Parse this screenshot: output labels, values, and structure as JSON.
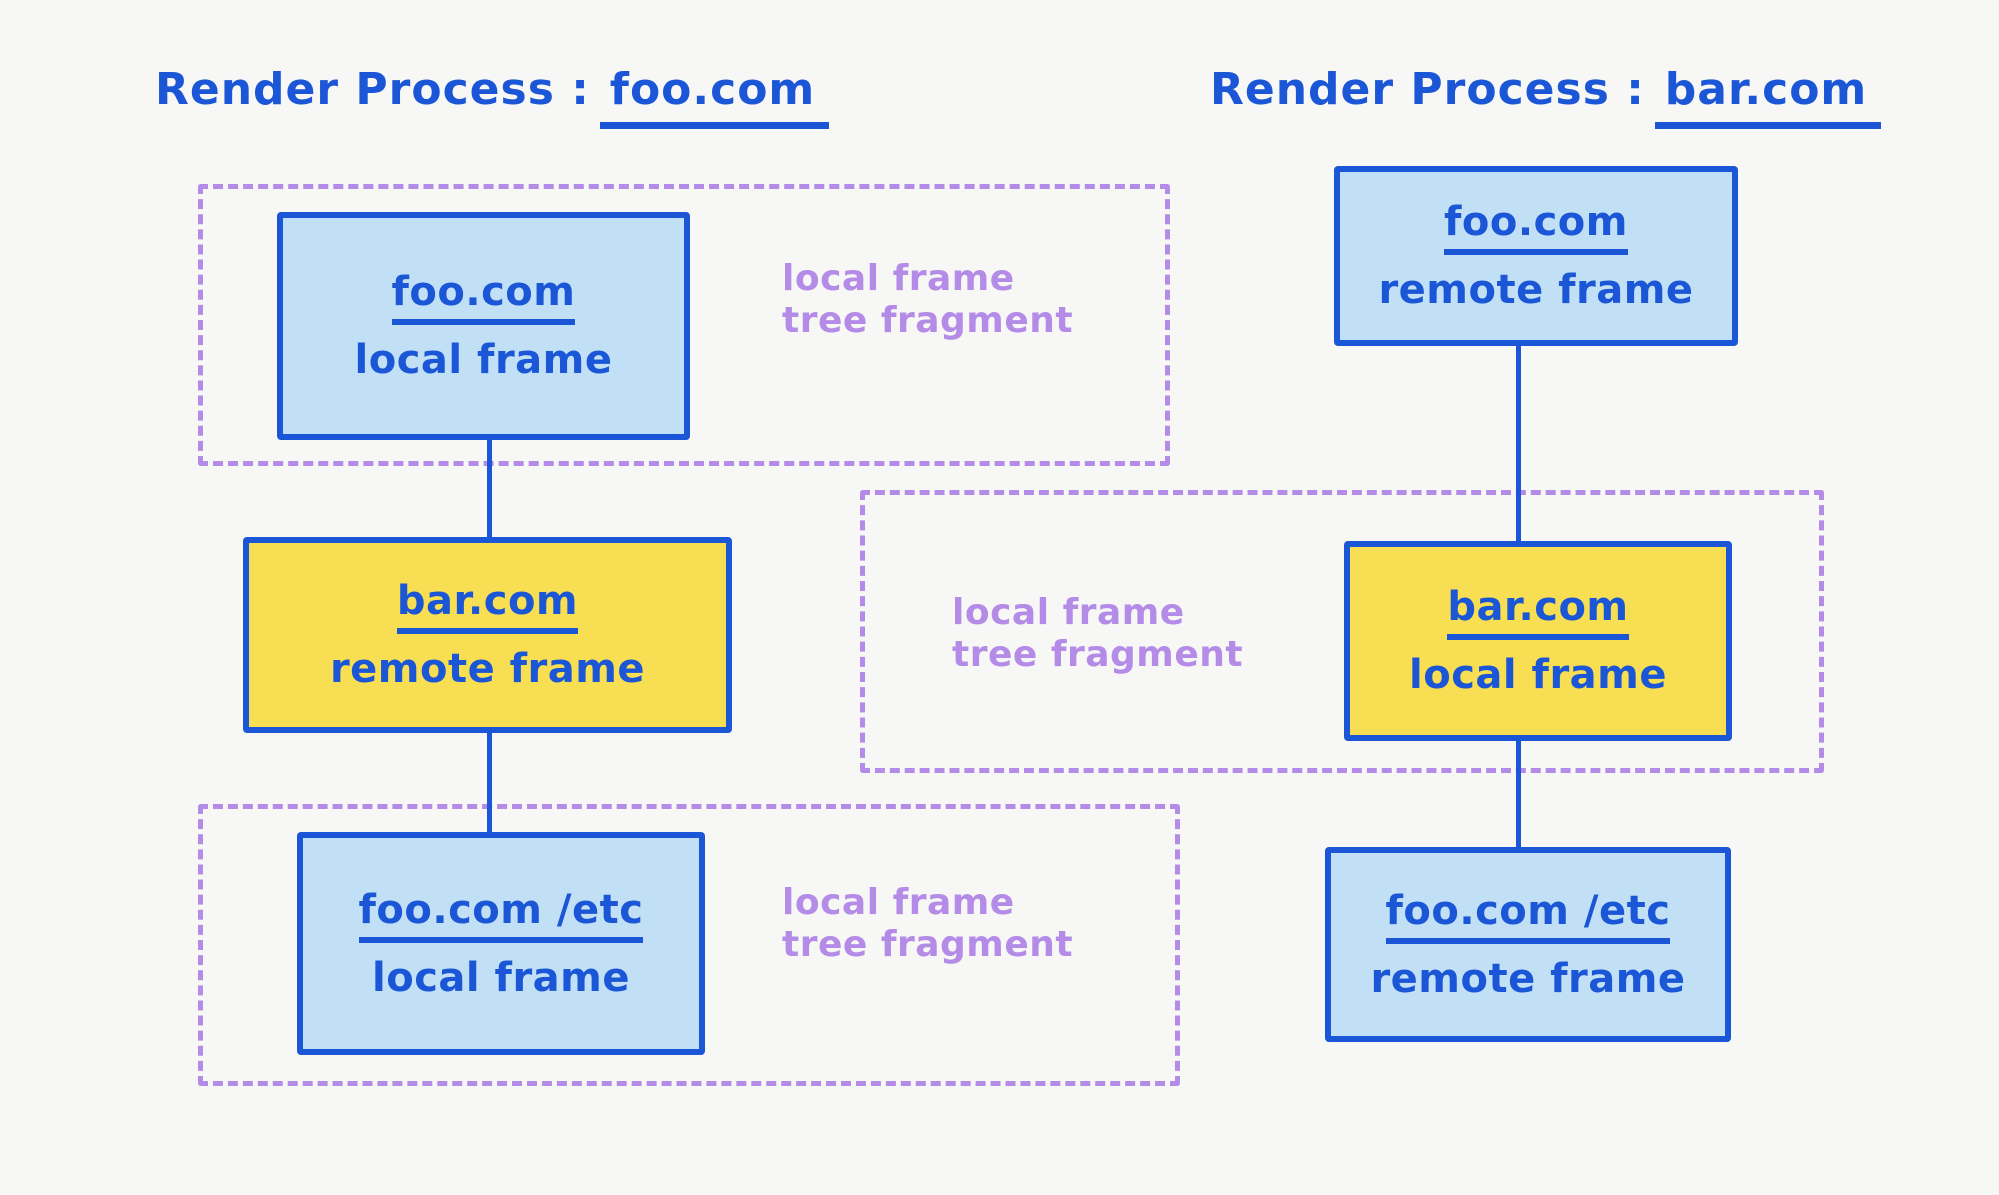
{
  "diagram": {
    "title": "Render process local frame tree fragments",
    "background_color": "#f7f7f5",
    "colors": {
      "ink_blue": "#1a56d6",
      "box_blue_fill": "#c2e0f5",
      "box_yellow_fill": "#f8de52",
      "highlight_blue": "#c2e0f5",
      "highlight_yellow": "#f6e173",
      "fragment_purple": "#b48ce8"
    }
  },
  "headers": {
    "left": {
      "label": "Render Process :",
      "domain": "foo.com",
      "highlight": "blue"
    },
    "right": {
      "label": "Render Process :",
      "domain": "bar.com",
      "highlight": "yellow"
    }
  },
  "fragments": [
    {
      "id": "left-top",
      "label": "local frame\ntree fragment"
    },
    {
      "id": "middle",
      "label": "local frame\ntree fragment"
    },
    {
      "id": "left-bottom",
      "label": "local frame\ntree fragment"
    }
  ],
  "left_process": {
    "frames": [
      {
        "url": "foo.com",
        "kind": "local frame",
        "color": "blue"
      },
      {
        "url": "bar.com",
        "kind": "remote frame",
        "color": "yellow"
      },
      {
        "url": "foo.com /etc",
        "kind": "local frame",
        "color": "blue"
      }
    ]
  },
  "right_process": {
    "frames": [
      {
        "url": "foo.com",
        "kind": "remote frame",
        "color": "blue"
      },
      {
        "url": "bar.com",
        "kind": "local frame",
        "color": "yellow"
      },
      {
        "url": "foo.com /etc",
        "kind": "remote frame",
        "color": "blue"
      }
    ]
  }
}
